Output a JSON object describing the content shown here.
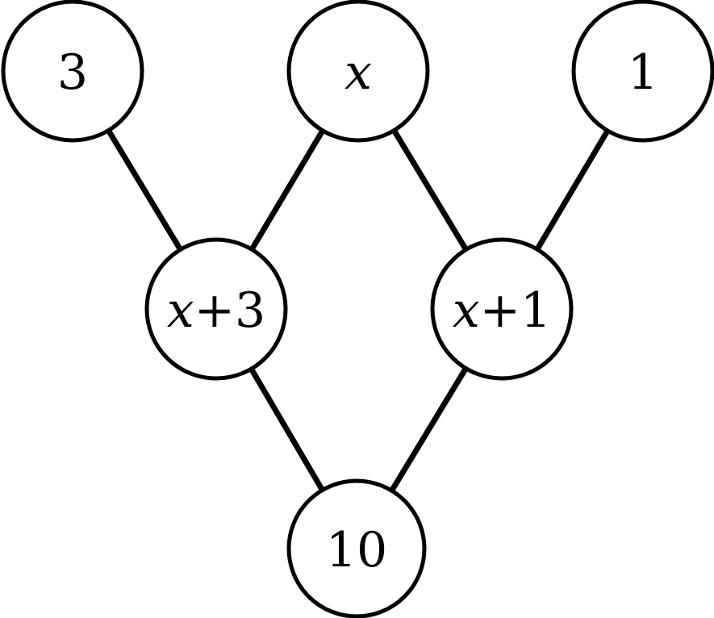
{
  "diagram": {
    "nodes": [
      {
        "id": "left-top",
        "label": "3"
      },
      {
        "id": "mid-top",
        "label": "x"
      },
      {
        "id": "right-top",
        "label": "1"
      },
      {
        "id": "left-mid",
        "var": "x",
        "rest": "+3"
      },
      {
        "id": "right-mid",
        "var": "x",
        "rest": "+1"
      },
      {
        "id": "bottom",
        "label": "10"
      }
    ],
    "edges": [
      {
        "from": "left-top",
        "to": "left-mid"
      },
      {
        "from": "mid-top",
        "to": "left-mid"
      },
      {
        "from": "mid-top",
        "to": "right-mid"
      },
      {
        "from": "right-top",
        "to": "right-mid"
      },
      {
        "from": "left-mid",
        "to": "bottom"
      },
      {
        "from": "right-mid",
        "to": "bottom"
      }
    ]
  }
}
